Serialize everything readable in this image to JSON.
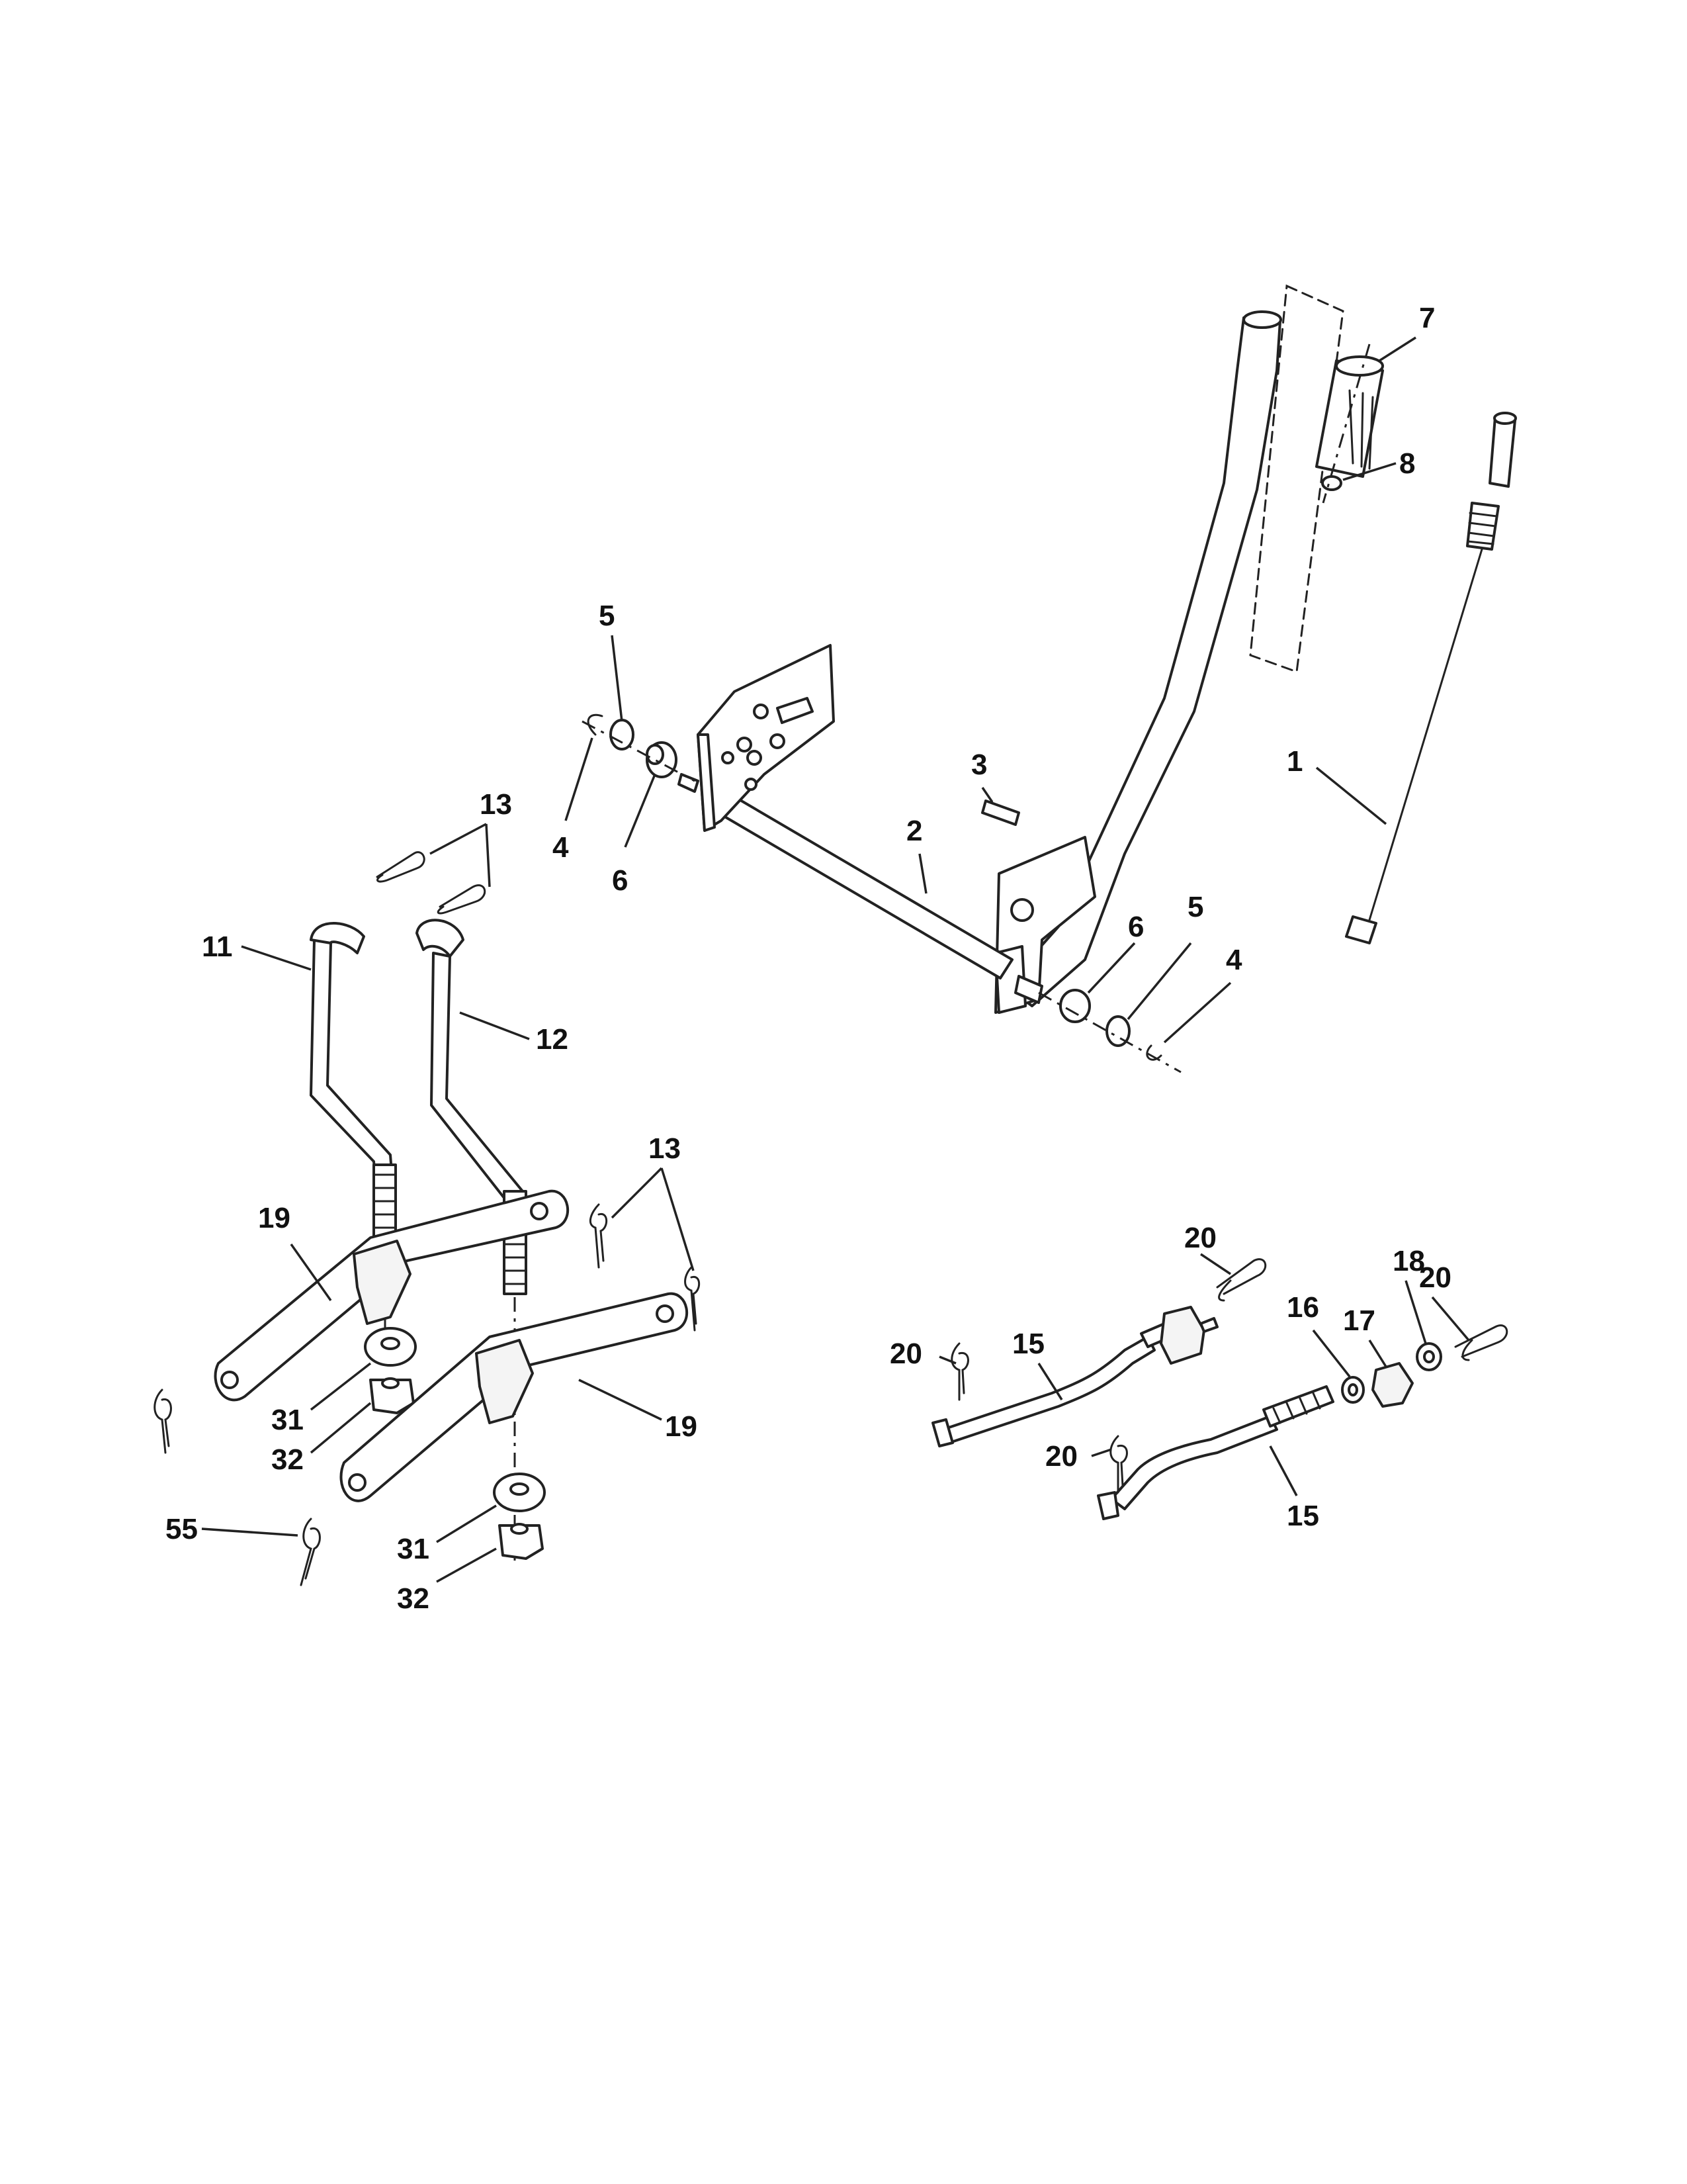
{
  "callouts": {
    "c1": "1",
    "c2": "2",
    "c3": "3",
    "c4a": "4",
    "c4b": "4",
    "c5a": "5",
    "c5b": "5",
    "c6a": "6",
    "c6b": "6",
    "c7": "7",
    "c8": "8",
    "c11": "11",
    "c12": "12",
    "c13a": "13",
    "c13b": "13",
    "c15a": "15",
    "c15b": "15",
    "c16": "16",
    "c17": "17",
    "c18": "18",
    "c19a": "19",
    "c19b": "19",
    "c20a": "20",
    "c20b": "20",
    "c20c": "20",
    "c20d": "20",
    "c31a": "31",
    "c31b": "31",
    "c32a": "32",
    "c32b": "32",
    "c55": "55"
  }
}
